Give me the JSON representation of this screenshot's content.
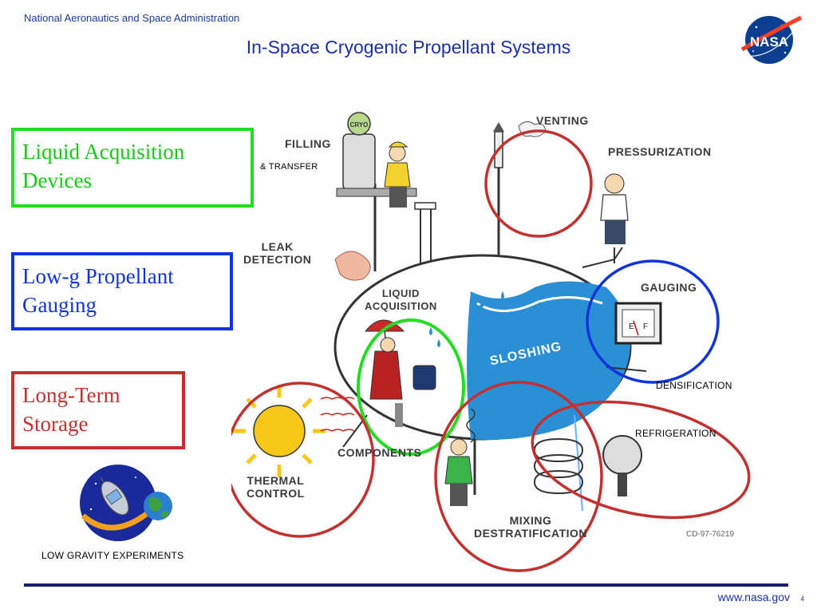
{
  "header": {
    "agency": "National Aeronautics and Space Administration",
    "title": "In-Space Cryogenic Propellant Systems",
    "logo_text": "NASA"
  },
  "boxes": {
    "liquid_acquisition": [
      "Liquid Acquisition",
      "Devices"
    ],
    "gauging": [
      "Low-g Propellant",
      "Gauging"
    ],
    "storage": [
      "Long-Term",
      "Storage"
    ]
  },
  "colors": {
    "green": "#22dd22",
    "blue": "#1133dd",
    "red": "#c43030",
    "water": "#2b8fd6"
  },
  "cartoon": {
    "filling": "FILLING",
    "transfer": "& TRANSFER",
    "cryo": "CRYO",
    "venting": "VENTING",
    "pressurization": "PRESSURIZATION",
    "leak": [
      "LEAK",
      "DETECTION"
    ],
    "liquid_acq": [
      "LIQUID",
      "ACQUISITION"
    ],
    "sloshing": "SLOSHING",
    "gauging": "GAUGING",
    "gauge_e": "E",
    "gauge_f": "F",
    "densification": "DENSIFICATION",
    "refrigeration": "REFRIGERATION",
    "components": "COMPONENTS",
    "thermal": [
      "THERMAL",
      "CONTROL"
    ],
    "mixing": [
      "MIXING",
      "DESTRATIFICATION"
    ],
    "cd_number": "CD-97-76219"
  },
  "experiments_label": "LOW GRAVITY EXPERIMENTS",
  "footer": {
    "url": "www.nasa.gov",
    "page": "4"
  }
}
